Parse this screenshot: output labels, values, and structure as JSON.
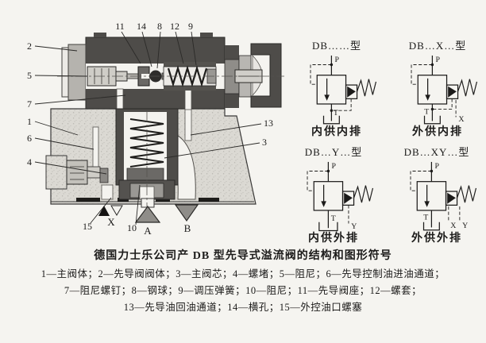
{
  "figure_caption": {
    "title": "德国力士乐公司产 DB 型先导式溢流阀的结构和图形符号",
    "legend": [
      "1—主阀体；2—先导阀阀体；3—主阀芯；4—螺堵；5—阻尼；6—先导控制油进油通道；",
      "7—阻尼螺钉；8—钢球；9—调压弹簧；10—阻尼；11—先导阀座；12—螺套；",
      "13—先导油回油通道；14—横孔；15—外控油口螺塞"
    ]
  },
  "diagram": {
    "labels": {
      "n1": "1",
      "n2": "2",
      "n3": "3",
      "n4": "4",
      "n5": "5",
      "n6": "6",
      "n7": "7",
      "n8": "8",
      "n9": "9",
      "n10": "10",
      "n11": "11",
      "n12": "12",
      "n13": "13",
      "n14": "14",
      "n15": "15"
    },
    "ports": {
      "x": "X",
      "a": "A",
      "b": "B"
    }
  },
  "symbols": [
    {
      "title": "DB……型",
      "caption": "内供内排",
      "ports": {
        "p": "P",
        "t": "T"
      }
    },
    {
      "title": "DB…X…型",
      "caption": "外供内排",
      "ports": {
        "p": "P",
        "t": "T",
        "x": "X"
      }
    },
    {
      "title": "DB…Y…型",
      "caption": "内供外排",
      "ports": {
        "p": "P",
        "t": "T",
        "y": "Y"
      }
    },
    {
      "title": "DB…XY…型",
      "caption": "外供外排",
      "ports": {
        "p": "P",
        "t": "T",
        "x": "X",
        "y": "Y"
      }
    }
  ],
  "colors": {
    "paper": "#f5f4f0",
    "dark_metal": "#4e4c49",
    "casting": "#dbd9d3",
    "ink": "#2b2a28"
  }
}
